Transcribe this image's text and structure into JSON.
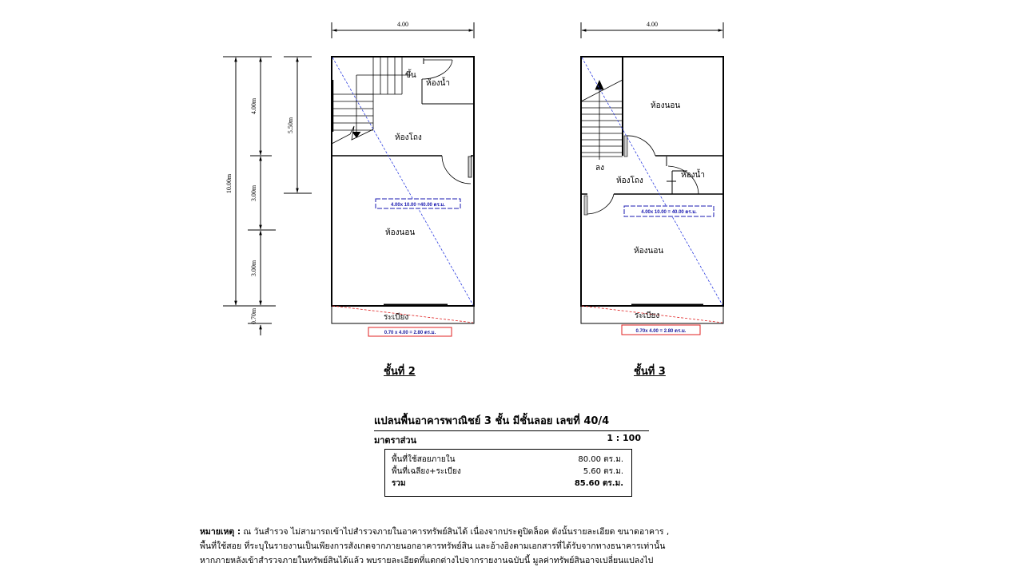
{
  "floor_plans": [
    {
      "id": "floor-2",
      "label": "ชั้นที่ 2",
      "width_dim": "4.00",
      "rooms": {
        "up": "ขึ้น",
        "bathroom": "ห้องน้ำ",
        "hall": "ห้องโถง",
        "bedroom": "ห้องนอน",
        "balcony": "ระเบียง"
      },
      "interior_area_note": "4.00x 10.00 =40.00 ตร.ม.",
      "balcony_area_note": "0.70 x 4.00 = 2.80 ตร.ม.",
      "vertical_dims": {
        "total": "10.00m",
        "seg1": "4.00m",
        "seg2": "3.00m",
        "seg3": "3.00m",
        "balcony": "0.70m",
        "stair_span": "5.50m"
      }
    },
    {
      "id": "floor-3",
      "label": "ชั้นที่ 3",
      "width_dim": "4.00",
      "rooms": {
        "down": "ลง",
        "bedroom_front": "ห้องนอน",
        "hall": "ห้องโถง",
        "bathroom": "ห้องน้ำ",
        "bedroom_back": "ห้องนอน",
        "balcony": "ระเบียง"
      },
      "interior_area_note": "4.00x 10.00 = 40.00 ตร.ม.",
      "balcony_area_note": "0.70x 4.00 = 2.80 ตร.ม."
    }
  ],
  "title_block": {
    "title": "แปลนพื้นอาคารพาณิชย์ 3 ชั้น มีชั้นลอย เลขที่ 40/4",
    "scale_label": "มาตราส่วน",
    "scale_value": "1 : 100"
  },
  "area_summary": [
    {
      "label": "พื้นที่ใช้สอยภายใน",
      "value": "80.00 ตร.ม."
    },
    {
      "label": "พื้นที่เฉลียง+ระเบียง",
      "value": "5.60 ตร.ม."
    },
    {
      "label": "รวม",
      "value": "85.60 ตร.ม."
    }
  ],
  "note": {
    "label": "หมายเหตุ :",
    "lines": [
      "ณ วันสำรวจ ไม่สามารถเข้าไปสำรวจภายในอาคารทรัพย์สินได้ เนื่องจากประตูปิดล็อค  ดังนั้นรายละเอียด ขนาดอาคาร ,",
      "พื้นที่ใช้สอย ที่ระบุในรายงานเป็นเพียงการสังเกตจากภายนอกอาคารทรัพย์สิน และอ้างอิงตามเอกสารที่ได้รับจากทางธนาคารเท่านั้น",
      "หากภายหลังเข้าสำรวจภายในทรัพย์สินได้แล้ว พบรายละเอียดที่แตกต่างไปจากรายงานฉบับนี้ มูลค่าทรัพย์สินอาจเปลี่ยนแปลงไป"
    ]
  },
  "colors": {
    "interior_area": "#1a1ab0",
    "balcony_area": "#e02020",
    "walls": "#000000"
  }
}
